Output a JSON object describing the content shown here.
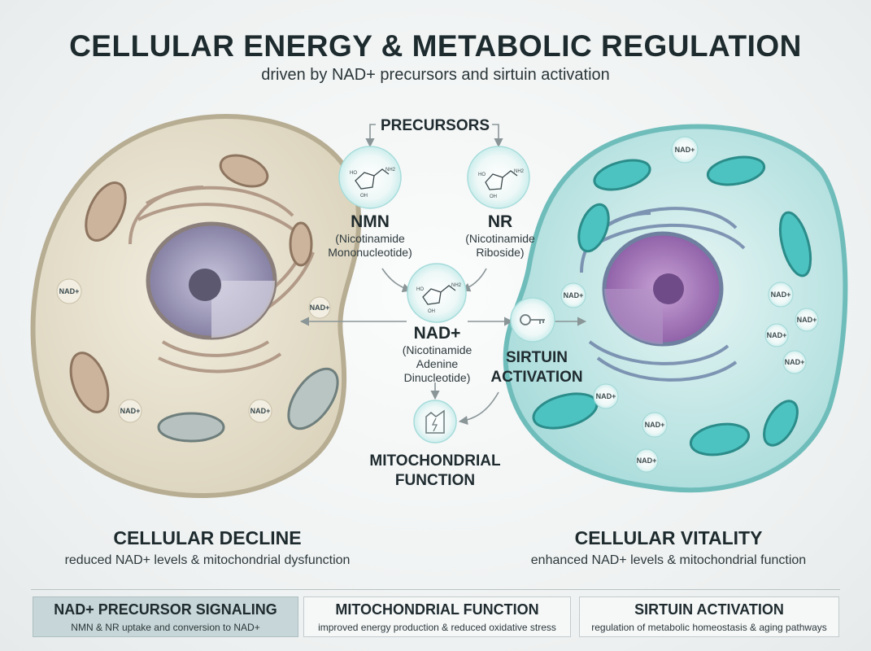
{
  "header": {
    "title": "CELLULAR ENERGY & METABOLIC REGULATION",
    "subtitle": "driven by NAD+ precursors and sirtuin activation"
  },
  "precursors": {
    "label": "PRECURSORS",
    "nmn": {
      "name": "NMN",
      "full_1": "(Nicotinamide",
      "full_2": "Mononucleotide)"
    },
    "nr": {
      "name": "NR",
      "full_1": "(Nicotinamide",
      "full_2": "Riboside)"
    }
  },
  "nad": {
    "name": "NAD+",
    "full_1": "(Nicotinamide",
    "full_2": "Adenine",
    "full_3": "Dinucleotide)"
  },
  "sirtuin": {
    "line1": "SIRTUIN",
    "line2": "ACTIVATION"
  },
  "mitochondrial": {
    "line1": "MITOCHONDRIAL",
    "line2": "FUNCTION"
  },
  "nad_badge": "NAD+",
  "molecule_labels": {
    "ho": "HO",
    "nh2": "NH2",
    "oh": "OH"
  },
  "left_cell": {
    "heading": "CELLULAR DECLINE",
    "caption": "reduced NAD+ levels & mitochondrial dysfunction"
  },
  "right_cell": {
    "heading": "CELLULAR VITALITY",
    "caption": "enhanced NAD+ levels & mitochondrial function"
  },
  "footer": [
    {
      "title": "NAD+ PRECURSOR SIGNALING",
      "subtitle": "NMN & NR uptake and conversion to NAD+",
      "active": true
    },
    {
      "title": "MITOCHONDRIAL FUNCTION",
      "subtitle": "improved energy production & reduced oxidative stress",
      "active": false
    },
    {
      "title": "SIRTUIN ACTIVATION",
      "subtitle": "regulation of metabolic homeostasis & aging pathways",
      "active": false
    }
  ],
  "colors": {
    "decline": "#e7e1cf",
    "vitality": "#bfe4e3",
    "accent": "#5fc8c4"
  }
}
